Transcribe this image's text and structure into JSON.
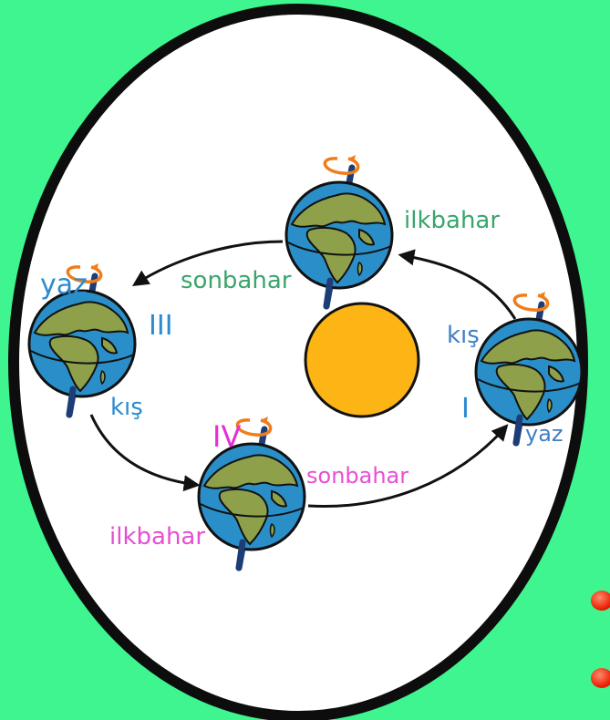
{
  "colors": {
    "background": "#3ef58f",
    "ellipse_fill": "#ffffff",
    "ellipse_stroke": "#0d0d0d",
    "sun": "#fdb515",
    "ocean": "#2a8fc9",
    "land": "#8ea04a",
    "axis": "#1d3d77",
    "rotation_arrow": "#f07d1a",
    "label_green": "#3aa56b",
    "label_blue": "#2b8bd1",
    "label_magenta": "#e62ed6",
    "label_pink": "#e64fd3",
    "label_navy": "#3f7fc5",
    "dot": "#ff2a0a"
  },
  "positions": {
    "I": {
      "numeral": "I",
      "before": "kış",
      "after": "yaz"
    },
    "II": {
      "after": "ilkbahar",
      "before": "sonbahar"
    },
    "III": {
      "numeral": "III",
      "before": "yaz",
      "after": "kış"
    },
    "IV": {
      "numeral": "IV",
      "before": "ilkbahar",
      "after": "sonbahar"
    }
  },
  "icons": {
    "sun": "sun-icon",
    "earth": "earth-globe-icon",
    "rotation": "rotation-arrow-icon",
    "orbit": "orbit-arrow-icon",
    "dot": "red-dot-icon"
  }
}
